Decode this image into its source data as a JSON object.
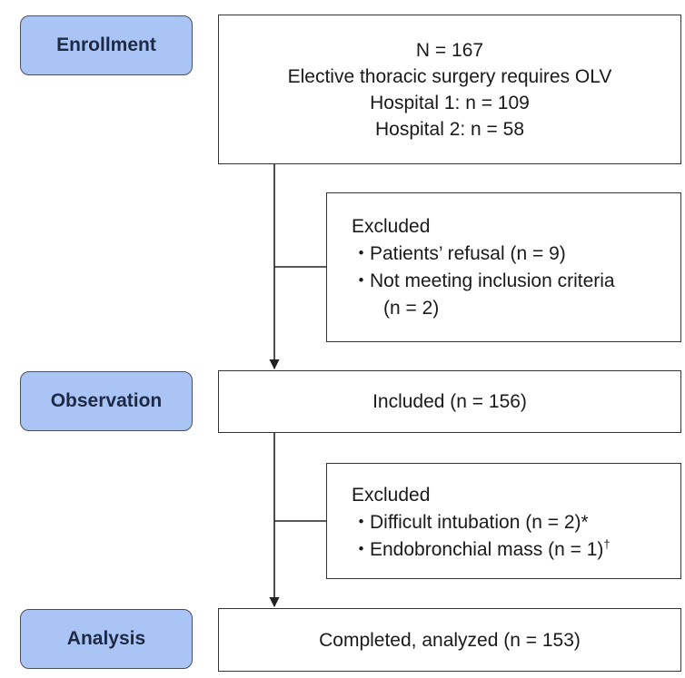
{
  "stages": {
    "enrollment": "Enrollment",
    "observation": "Observation",
    "analysis": "Analysis"
  },
  "enrollment_box": {
    "line1": "N = 167",
    "line2": "Elective thoracic surgery requires OLV",
    "line3": "Hospital 1: n = 109",
    "line4": "Hospital 2: n = 58"
  },
  "excluded_1": {
    "title": "Excluded",
    "bullet": "・",
    "item1": "Patients’ refusal (n = 9)",
    "item2": "Not meeting inclusion criteria",
    "item2_cont": "(n = 2)"
  },
  "included_box": {
    "text": "Included (n = 156)"
  },
  "excluded_2": {
    "title": "Excluded",
    "bullet": "・",
    "item1": "Difficult intubation (n = 2)*",
    "item2": "Endobronchial mass (n = 1)",
    "item2_mark": "†"
  },
  "analysis_box": {
    "text": "Completed, analyzed (n = 153)"
  }
}
